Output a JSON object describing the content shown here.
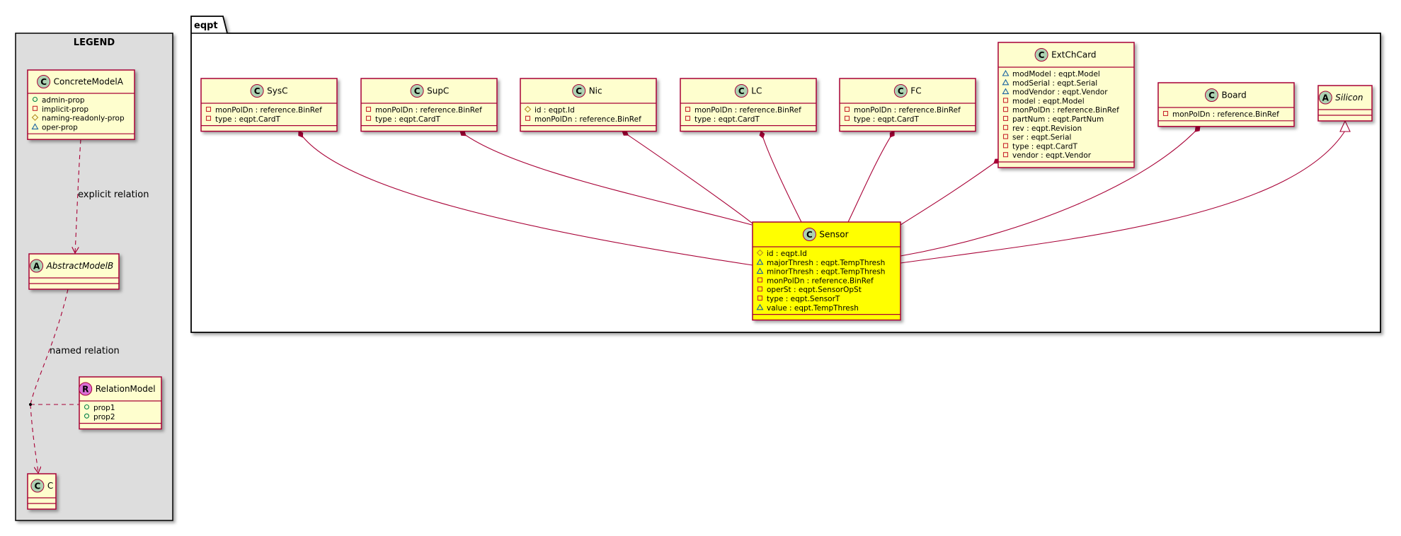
{
  "colors": {
    "class_fill": "#FEFECE",
    "class_border": "#A80036",
    "highlight_fill": "#FFFF00",
    "legend_fill": "#DDDDDD",
    "circle_class": "#ADD1B2",
    "circle_relation": "#DA70D6",
    "vis_public": "#038048",
    "vis_private": "#C82930",
    "vis_protected": "#B38D22",
    "vis_package": "#1963A0"
  },
  "legend": {
    "title": "LEGEND",
    "concrete": {
      "name": "ConcreteModelA",
      "stereo": "C",
      "attrs": [
        {
          "vis": "public",
          "text": "admin-prop"
        },
        {
          "vis": "private",
          "text": "implicit-prop"
        },
        {
          "vis": "protected",
          "text": "naming-readonly-prop"
        },
        {
          "vis": "package",
          "text": "oper-prop"
        }
      ]
    },
    "abstract": {
      "name": "AbstractModelB",
      "stereo": "A"
    },
    "relation": {
      "name": "RelationModel",
      "stereo": "R",
      "attrs": [
        {
          "vis": "public",
          "text": "prop1"
        },
        {
          "vis": "public",
          "text": "prop2"
        }
      ]
    },
    "c": {
      "name": "C",
      "stereo": "C"
    },
    "explicit_relation": "explicit relation",
    "named_relation": "named relation"
  },
  "package": {
    "name": "eqpt",
    "classes": {
      "sysc": {
        "name": "SysC",
        "stereo": "C",
        "attrs": [
          {
            "vis": "private",
            "text": "monPolDn : reference.BinRef"
          },
          {
            "vis": "private",
            "text": "type : eqpt.CardT"
          }
        ]
      },
      "supc": {
        "name": "SupC",
        "stereo": "C",
        "attrs": [
          {
            "vis": "private",
            "text": "monPolDn : reference.BinRef"
          },
          {
            "vis": "private",
            "text": "type : eqpt.CardT"
          }
        ]
      },
      "nic": {
        "name": "Nic",
        "stereo": "C",
        "attrs": [
          {
            "vis": "protected",
            "text": "id : eqpt.Id"
          },
          {
            "vis": "private",
            "text": "monPolDn : reference.BinRef"
          }
        ]
      },
      "lc": {
        "name": "LC",
        "stereo": "C",
        "attrs": [
          {
            "vis": "private",
            "text": "monPolDn : reference.BinRef"
          },
          {
            "vis": "private",
            "text": "type : eqpt.CardT"
          }
        ]
      },
      "fc": {
        "name": "FC",
        "stereo": "C",
        "attrs": [
          {
            "vis": "private",
            "text": "monPolDn : reference.BinRef"
          },
          {
            "vis": "private",
            "text": "type : eqpt.CardT"
          }
        ]
      },
      "extchcard": {
        "name": "ExtChCard",
        "stereo": "C",
        "attrs": [
          {
            "vis": "package",
            "text": "modModel : eqpt.Model"
          },
          {
            "vis": "package",
            "text": "modSerial : eqpt.Serial"
          },
          {
            "vis": "package",
            "text": "modVendor : eqpt.Vendor"
          },
          {
            "vis": "private",
            "text": "model : eqpt.Model"
          },
          {
            "vis": "private",
            "text": "monPolDn : reference.BinRef"
          },
          {
            "vis": "private",
            "text": "partNum : eqpt.PartNum"
          },
          {
            "vis": "private",
            "text": "rev : eqpt.Revision"
          },
          {
            "vis": "private",
            "text": "ser : eqpt.Serial"
          },
          {
            "vis": "private",
            "text": "type : eqpt.CardT"
          },
          {
            "vis": "private",
            "text": "vendor : eqpt.Vendor"
          }
        ]
      },
      "board": {
        "name": "Board",
        "stereo": "C",
        "attrs": [
          {
            "vis": "private",
            "text": "monPolDn : reference.BinRef"
          }
        ]
      },
      "silicon": {
        "name": "Silicon",
        "stereo": "A",
        "attrs": []
      },
      "sensor": {
        "name": "Sensor",
        "stereo": "C",
        "attrs": [
          {
            "vis": "protected",
            "text": "id : eqpt.Id"
          },
          {
            "vis": "package",
            "text": "majorThresh : eqpt.TempThresh"
          },
          {
            "vis": "package",
            "text": "minorThresh : eqpt.TempThresh"
          },
          {
            "vis": "private",
            "text": "monPolDn : reference.BinRef"
          },
          {
            "vis": "private",
            "text": "operSt : eqpt.SensorOpSt"
          },
          {
            "vis": "private",
            "text": "type : eqpt.SensorT"
          },
          {
            "vis": "package",
            "text": "value : eqpt.TempThresh"
          }
        ]
      }
    }
  }
}
